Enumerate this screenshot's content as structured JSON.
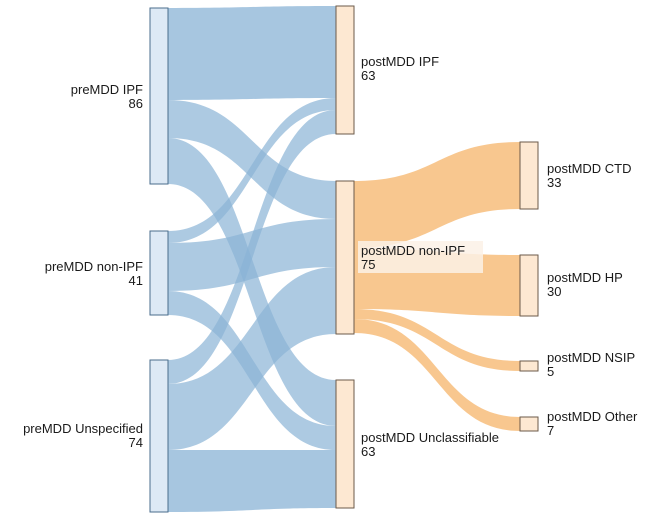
{
  "diagram": {
    "type": "sankey",
    "colors": {
      "left_node_fill": "#dde9f5",
      "left_node_stroke": "#4a6d8c",
      "mid_node_fill": "#fde8d2",
      "right_node_fill": "#fde8d2",
      "node_stroke": "#6b5a4a",
      "blue_link": "#8ab3d6",
      "orange_link": "#f7bd7b",
      "label_highlight": "#fbf1e6"
    },
    "nodes": [
      {
        "id": "pre_ipf",
        "name": "preMDD IPF",
        "value": "86"
      },
      {
        "id": "pre_nonipf",
        "name": "preMDD non-IPF",
        "value": "41"
      },
      {
        "id": "pre_unspec",
        "name": "preMDD Unspecified",
        "value": "74"
      },
      {
        "id": "post_ipf",
        "name": "postMDD IPF",
        "value": "63"
      },
      {
        "id": "post_nonipf",
        "name": "postMDD non-IPF",
        "value": "75"
      },
      {
        "id": "post_unclass",
        "name": "postMDD Unclassifiable",
        "value": "63"
      },
      {
        "id": "post_ctd",
        "name": "postMDD CTD",
        "value": "33"
      },
      {
        "id": "post_hp",
        "name": "postMDD HP",
        "value": "30"
      },
      {
        "id": "post_nsip",
        "name": "postMDD NSIP",
        "value": "5"
      },
      {
        "id": "post_other",
        "name": "postMDD Other",
        "value": "7"
      }
    ]
  }
}
